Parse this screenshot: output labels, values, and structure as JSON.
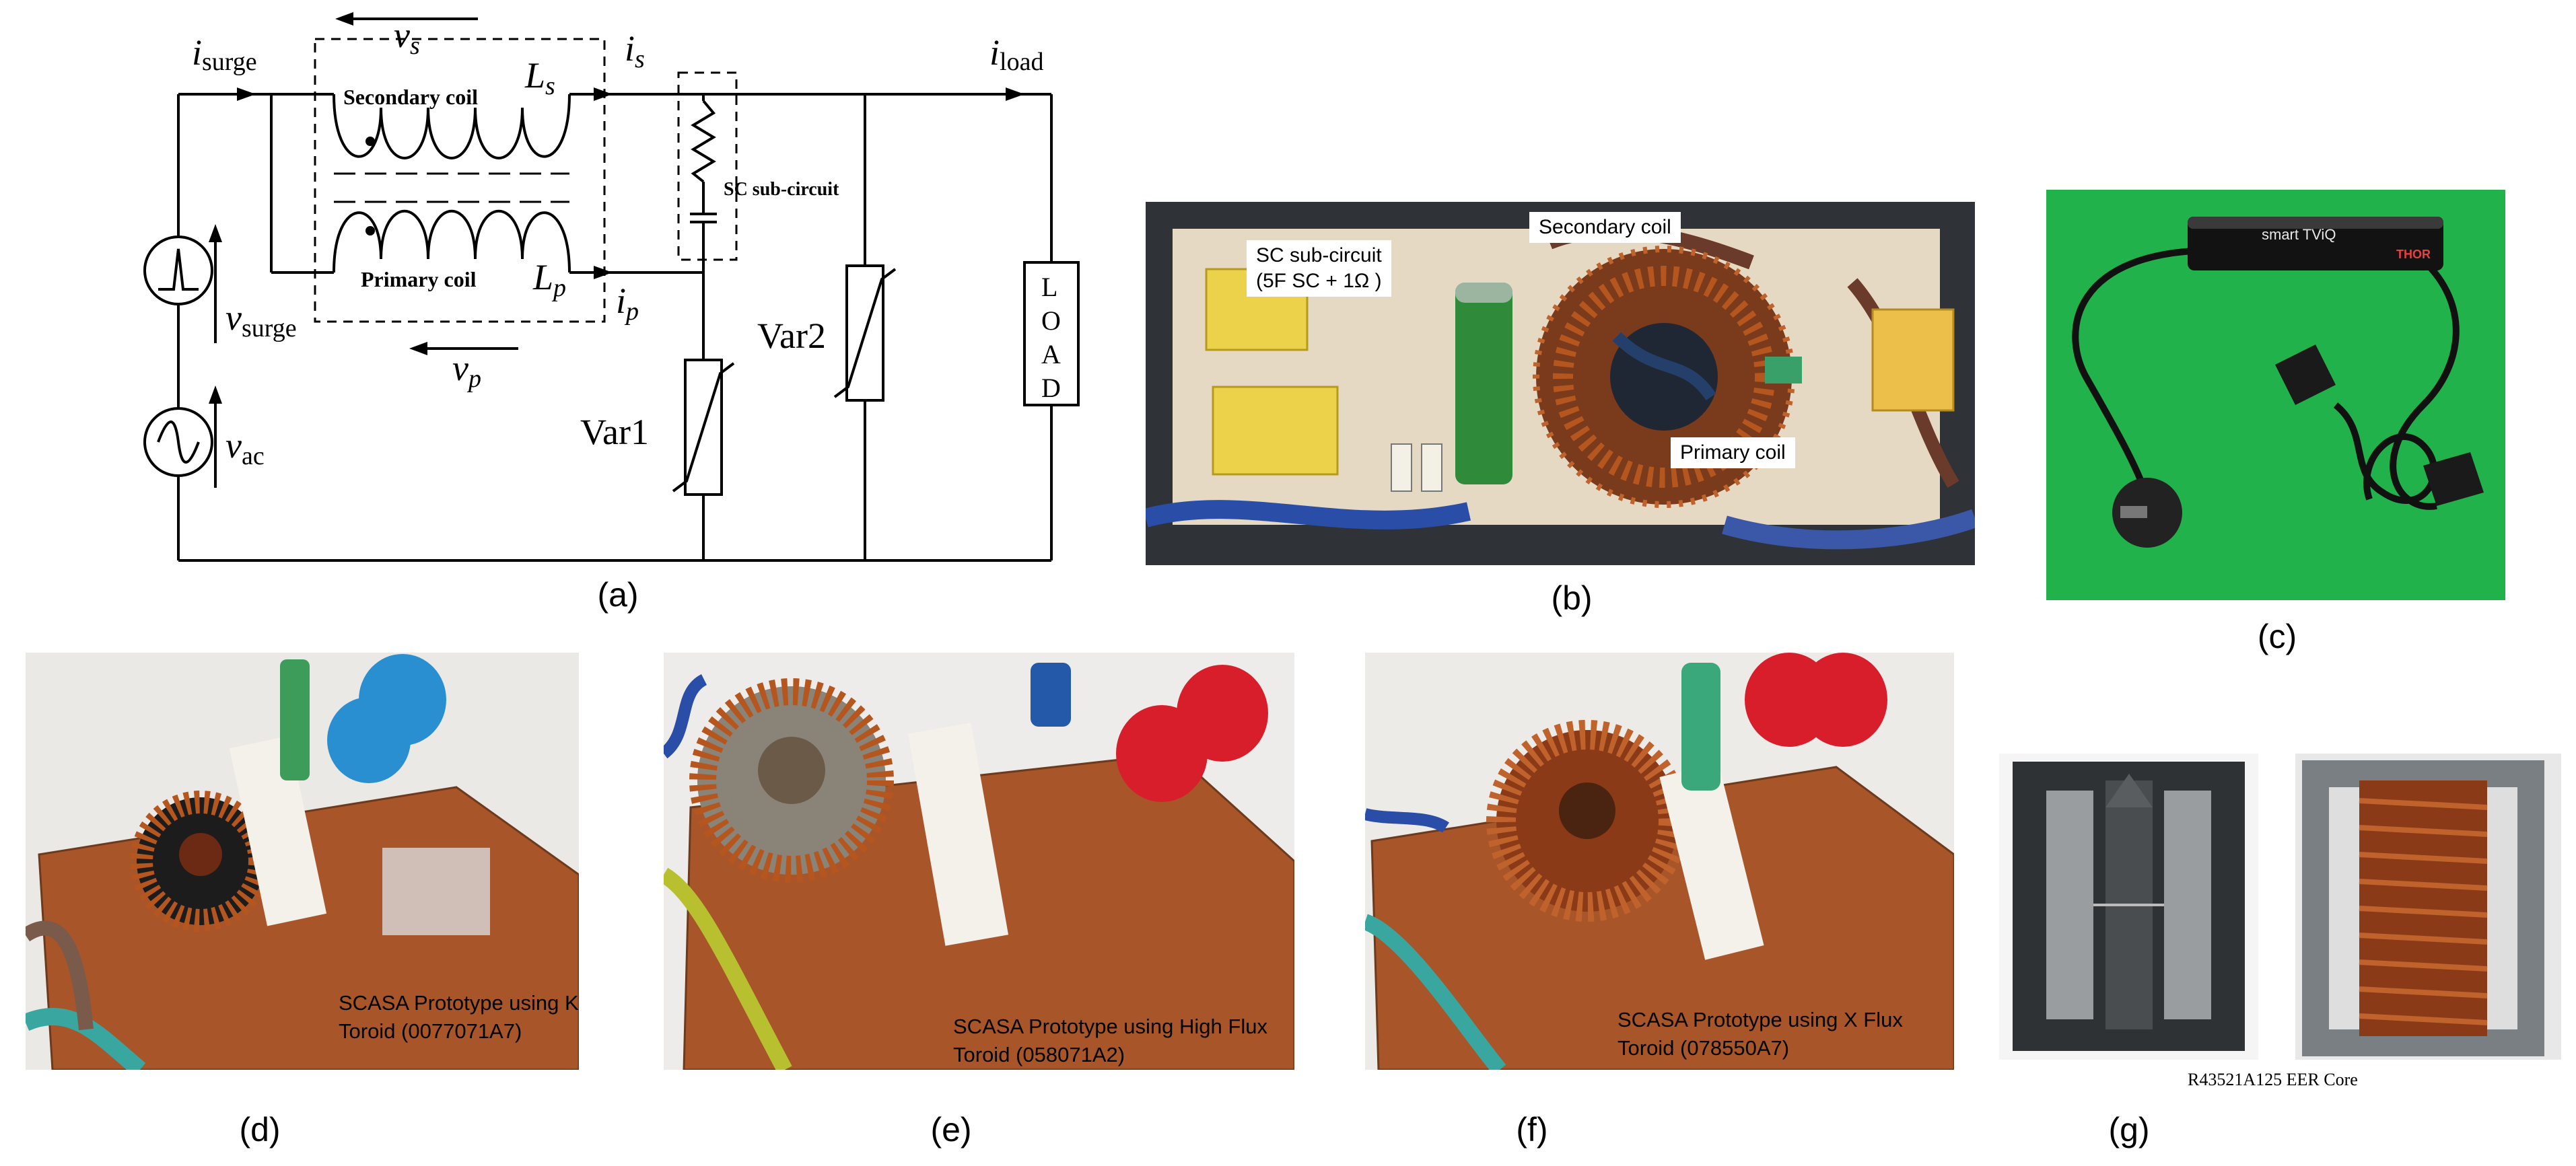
{
  "circuit": {
    "i_surge": "surge",
    "v_s": "s",
    "i_s": "s",
    "i_load": "load",
    "L_s": "s",
    "L_p": "p",
    "i_p": "p",
    "v_surge": "surge",
    "v_p": "p",
    "v_ac": "ac",
    "secondary_coil": "Secondary coil",
    "primary_coil": "Primary coil",
    "sc_subcircuit": "SC sub-circuit",
    "var1": "Var1",
    "var2": "Var2",
    "load": [
      "L",
      "O",
      "A",
      "D"
    ]
  },
  "photo_b": {
    "sc_label_line1": "SC sub-circuit",
    "sc_label_line2": "(5F SC + 1Ω )",
    "secondary_coil": "Secondary coil",
    "primary_coil": "Primary coil"
  },
  "photo_c": {
    "device_name": "smart TViQ",
    "brand": "THOR"
  },
  "captions": {
    "d_line1": "SCASA Prototype using Kool μu",
    "d_line2": "Toroid (0077071A7)",
    "e_line1": "SCASA Prototype using High Flux",
    "e_line2": "Toroid (058071A2)",
    "f_line1": "SCASA Prototype using X Flux",
    "f_line2": "Toroid (078550A7)",
    "g": "R43521A125 EER Core"
  },
  "panel_labels": {
    "a": "(a)",
    "b": "(b)",
    "c": "(c)",
    "d": "(d)",
    "e": "(e)",
    "f": "(f)",
    "g": "(g)"
  },
  "colors": {
    "copper": "#b5561f",
    "pcb": "#a8552a",
    "varistor_blue": "#2a8fd0",
    "varistor_red": "#d81e2a",
    "green_screen": "#22b24c"
  }
}
